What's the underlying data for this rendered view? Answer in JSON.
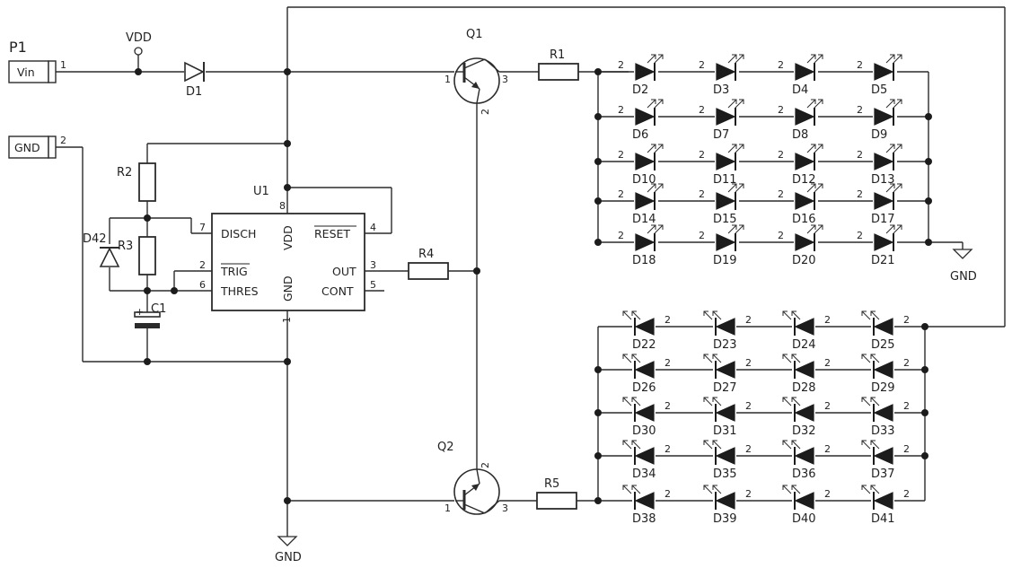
{
  "connectors": {
    "p1": {
      "ref": "P1",
      "label": "Vin",
      "pin": "1"
    },
    "gnd": {
      "label": "GND",
      "pin": "2"
    }
  },
  "power": {
    "vdd": "VDD",
    "gnd": "GND"
  },
  "ic": {
    "ref": "U1",
    "pins": {
      "disch": "DISCH",
      "vdd": "VDD",
      "reset": "RESET",
      "trig": "TRIG",
      "out": "OUT",
      "thres": "THRES",
      "gnd": "GND",
      "cont": "CONT"
    },
    "pin_numbers": {
      "disch": "7",
      "vdd": "8",
      "reset": "4",
      "trig": "2",
      "out": "3",
      "thres": "6",
      "gnd": "1",
      "cont": "5"
    }
  },
  "components": {
    "q1": "Q1",
    "q2": "Q2",
    "r1": "R1",
    "r2": "R2",
    "r3": "R3",
    "r4": "R4",
    "r5": "R5",
    "d1": "D1",
    "d42": "D42",
    "c1": "C1",
    "c1_pol": "+"
  },
  "transistor_pins": {
    "b": "1",
    "e": "2",
    "c": "3"
  },
  "led_pin": "2",
  "led_top": [
    [
      "D2",
      "D3",
      "D4",
      "D5"
    ],
    [
      "D6",
      "D7",
      "D8",
      "D9"
    ],
    [
      "D10",
      "D11",
      "D12",
      "D13"
    ],
    [
      "D14",
      "D15",
      "D16",
      "D17"
    ],
    [
      "D18",
      "D19",
      "D20",
      "D21"
    ]
  ],
  "led_bottom": [
    [
      "D22",
      "D23",
      "D24",
      "D25"
    ],
    [
      "D26",
      "D27",
      "D28",
      "D29"
    ],
    [
      "D30",
      "D31",
      "D32",
      "D33"
    ],
    [
      "D34",
      "D35",
      "D36",
      "D37"
    ],
    [
      "D38",
      "D39",
      "D40",
      "D41"
    ]
  ],
  "colors": {
    "wire": "#2b2b2b",
    "junction": "#1c1c1c"
  }
}
